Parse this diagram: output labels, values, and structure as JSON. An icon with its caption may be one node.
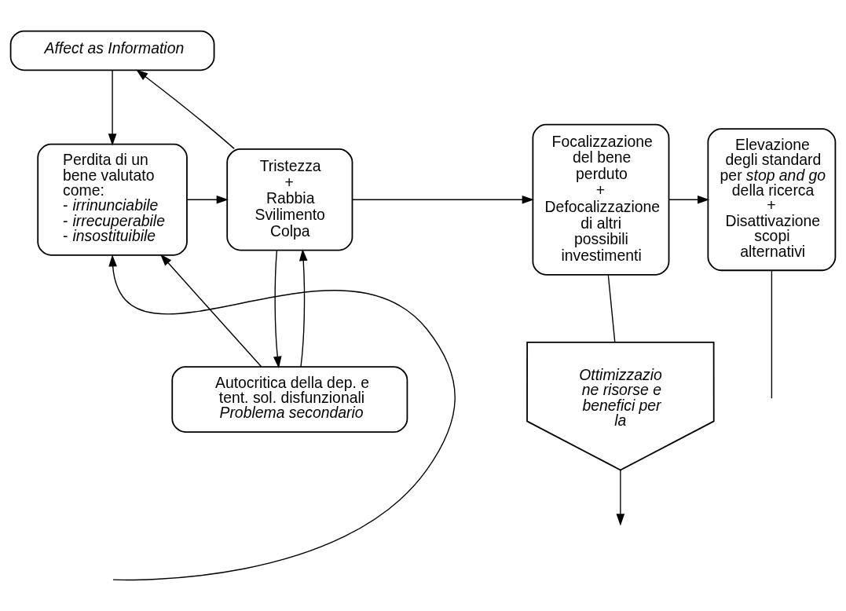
{
  "diagram": {
    "nodes": [
      {
        "text": [
          "Affect as Information"
        ]
      },
      {
        "text": [
          "Perdita di un bene valutato come:",
          "- *irrinunciabile* - *irrecuperabile* - *insostituibile*"
        ]
      },
      {
        "text": [
          "Tristezza + Rabbia Svilimento Colpa"
        ]
      },
      {
        "text": [
          "Focalizzazione del bene perduto + Defocalizzazione di altri possibili investimenti"
        ]
      },
      {
        "text": [
          "Elevazione degli standard per *stop and go* della ricerca + Disattivazione scopi alternativi"
        ]
      },
      {
        "text": [
          "Autocritica della dep. e tent. sol. disfunzionali",
          "Problema secondario"
        ]
      },
      {
        "text": [
          "Ottimizzazio ne risorse e benefici per la"
        ]
      }
    ],
    "edges": [
      {
        "from": 0,
        "to": 1,
        "arrow": "to"
      },
      {
        "from": 2,
        "to": 0,
        "arrow": "to"
      },
      {
        "from": 1,
        "to": 2,
        "arrow": "to"
      },
      {
        "from": 2,
        "to": 3,
        "arrow": "to"
      },
      {
        "from": 3,
        "to": 4,
        "arrow": "to"
      },
      {
        "from": 5,
        "to": 1,
        "arrow": "to"
      },
      {
        "from": 5,
        "to": 2,
        "arrow": "to"
      },
      {
        "from": 2,
        "to": 5,
        "arrow": "to"
      },
      {
        "from": 3,
        "to": 6,
        "arrow": "none"
      },
      {
        "from": 6,
        "to": null,
        "arrow": "to"
      },
      {
        "from": 4,
        "to": null,
        "arrow": "none"
      },
      {
        "from": null,
        "to": 1,
        "arrow": "to"
      }
    ]
  }
}
